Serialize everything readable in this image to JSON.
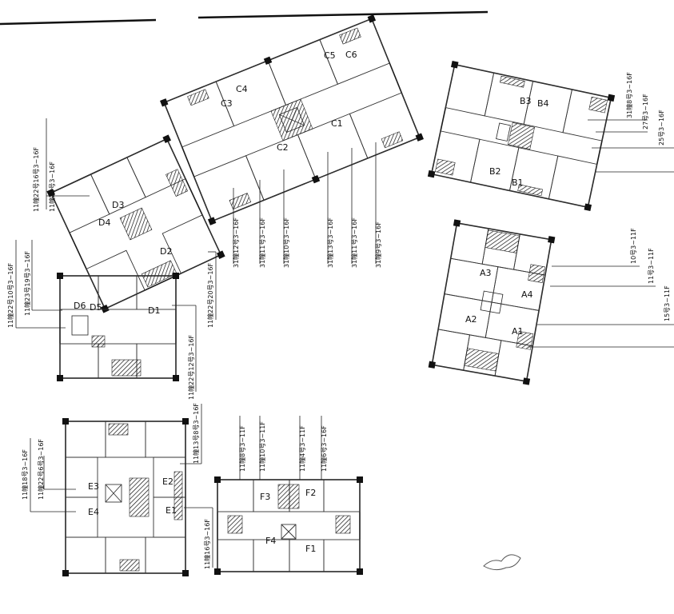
{
  "units": {
    "C1": "C1",
    "C2": "C2",
    "C3": "C3",
    "C4": "C4",
    "C5": "C5",
    "C6": "C6",
    "B1": "B1",
    "B2": "B2",
    "B3": "B3",
    "B4": "B4",
    "D1": "D1",
    "D2": "D2",
    "D3": "D3",
    "D4": "D4",
    "D5": "D5",
    "D6": "D6",
    "A1": "A1",
    "A2": "A2",
    "A3": "A3",
    "A4": "A4",
    "E1": "E1",
    "E2": "E2",
    "E3": "E3",
    "E4": "E4",
    "F1": "F1",
    "F2": "F2",
    "F3": "F3",
    "F4": "F4"
  },
  "notes": {
    "c_1": "31幢12号3~16F",
    "c_2": "31幢11号3~16F",
    "c_3": "31幢10号3~16F",
    "c_4": "31幢13号3~16F",
    "c_5": "31幢11号3~16F",
    "c_6": "31幢9号3~16F",
    "b_1": "31幢8号3~16F",
    "b_2": "27号3~16F",
    "b_3": "25号3~16F",
    "a_1": "10号3~11F",
    "a_2": "11号3~11F",
    "a_3": "15号3~11F",
    "d_1": "11幢22号16号3~16F",
    "d_2": "11幢23号3~16F",
    "d_3": "11幢22号10号3~16F",
    "d_4": "11幢23号19号3~16F",
    "d_5": "11幢22号20号3~16F",
    "d_6": "11幢22号12号3~16F",
    "e_1": "11幢18号3~16F",
    "e_2": "11幢22号6号3~16F",
    "e_3": "11幢13号8号3~16F",
    "e_4": "11幢16号3~16F",
    "f_1": "11幢8号3~11F",
    "f_2": "11幢10号3~11F",
    "f_3": "11幢4号3~11F",
    "f_4": "11幢6号3~16F"
  }
}
